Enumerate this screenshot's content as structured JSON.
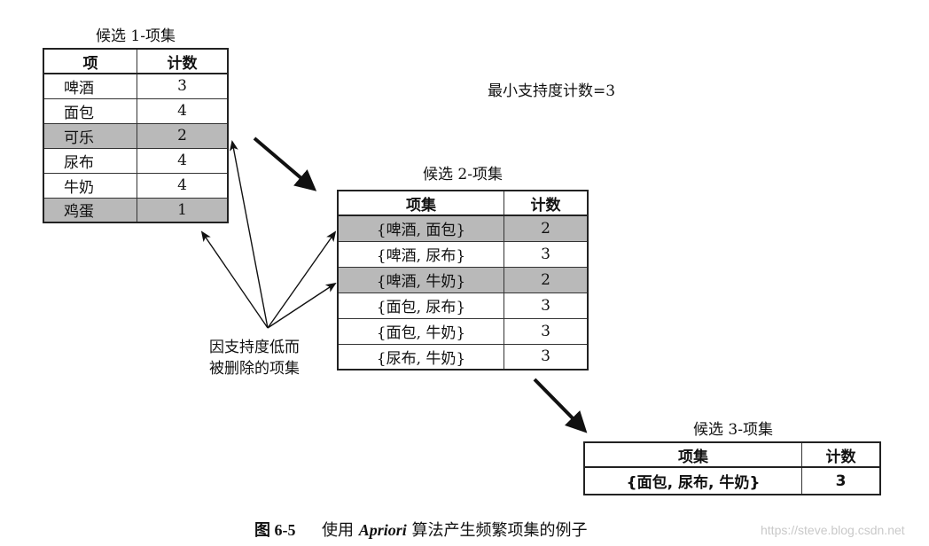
{
  "min_support_label": "最小支持度计数=3",
  "c1": {
    "title": "候选 1-项集",
    "headers": [
      "项",
      "计数"
    ],
    "rows": [
      {
        "item": "啤酒",
        "count": "3",
        "pruned": false
      },
      {
        "item": "面包",
        "count": "4",
        "pruned": false
      },
      {
        "item": "可乐",
        "count": "2",
        "pruned": true
      },
      {
        "item": "尿布",
        "count": "4",
        "pruned": false
      },
      {
        "item": "牛奶",
        "count": "4",
        "pruned": false
      },
      {
        "item": "鸡蛋",
        "count": "1",
        "pruned": true
      }
    ]
  },
  "c2": {
    "title": "候选 2-项集",
    "headers": [
      "项集",
      "计数"
    ],
    "rows": [
      {
        "item": "{啤酒, 面包}",
        "count": "2",
        "pruned": true
      },
      {
        "item": "{啤酒, 尿布}",
        "count": "3",
        "pruned": false
      },
      {
        "item": "{啤酒, 牛奶}",
        "count": "2",
        "pruned": true
      },
      {
        "item": "{面包, 尿布}",
        "count": "3",
        "pruned": false
      },
      {
        "item": "{面包, 牛奶}",
        "count": "3",
        "pruned": false
      },
      {
        "item": "{尿布, 牛奶}",
        "count": "3",
        "pruned": false
      }
    ]
  },
  "c3": {
    "title": "候选 3-项集",
    "headers": [
      "项集",
      "计数"
    ],
    "rows": [
      {
        "item": "{面包, 尿布, 牛奶}",
        "count": "3",
        "pruned": false
      }
    ]
  },
  "pruned_note": [
    "因支持度低而",
    "被删除的项集"
  ],
  "figure_caption": {
    "number": "图 6-5",
    "prefix": "使用",
    "algo": "Apriori",
    "suffix": "算法产生频繁项集的例子"
  },
  "watermark": "https://steve.blog.csdn.net",
  "colors": {
    "pruned_fill": "#b9b9b9",
    "border": "#222222"
  }
}
